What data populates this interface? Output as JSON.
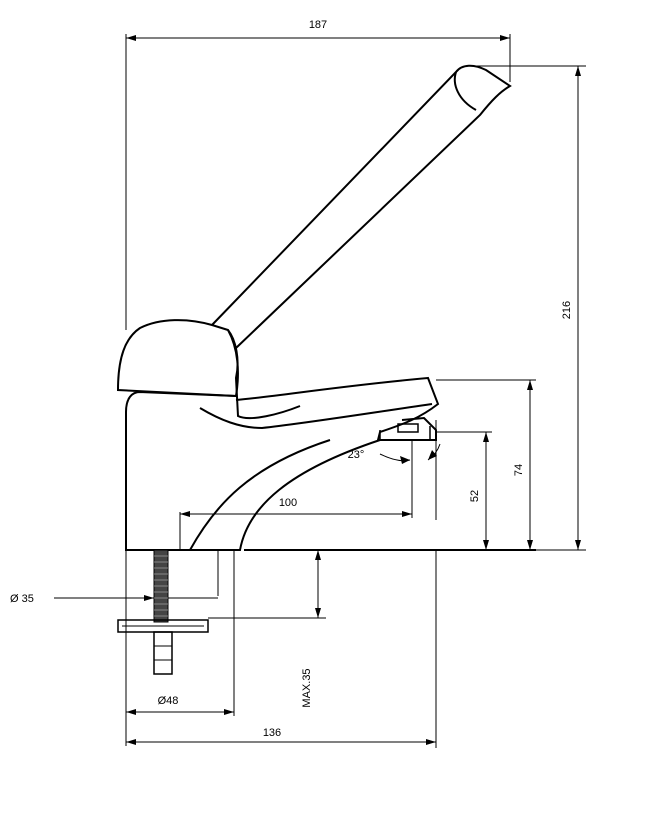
{
  "dimensions": {
    "overall_width": "187",
    "overall_height": "216",
    "spout_height_top": "74",
    "spout_outlet_height": "52",
    "spout_angle": "23°",
    "spout_reach": "100",
    "hole_diameter": "Ø 35",
    "base_diameter": "Ø48",
    "max_deck_thickness": "MAX.35",
    "base_depth": "136"
  }
}
